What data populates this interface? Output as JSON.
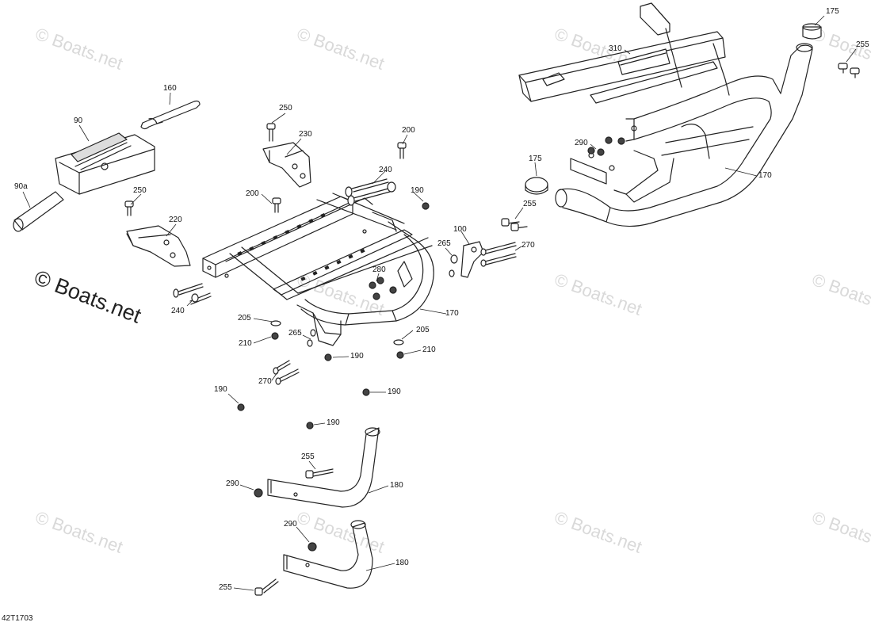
{
  "watermark": {
    "small": "© Boats.net",
    "large": "© Boats.net"
  },
  "diagram_code": "42T1703",
  "callouts": [
    "175",
    "255",
    "310",
    "160",
    "90",
    "250",
    "230",
    "200",
    "240",
    "190",
    "90a",
    "250",
    "220",
    "200",
    "100",
    "265",
    "270",
    "255",
    "290",
    "170",
    "175",
    "280",
    "170",
    "240",
    "205",
    "265",
    "210",
    "205",
    "210",
    "190",
    "270",
    "190",
    "190",
    "190",
    "255",
    "180",
    "290",
    "290",
    "180",
    "255"
  ]
}
